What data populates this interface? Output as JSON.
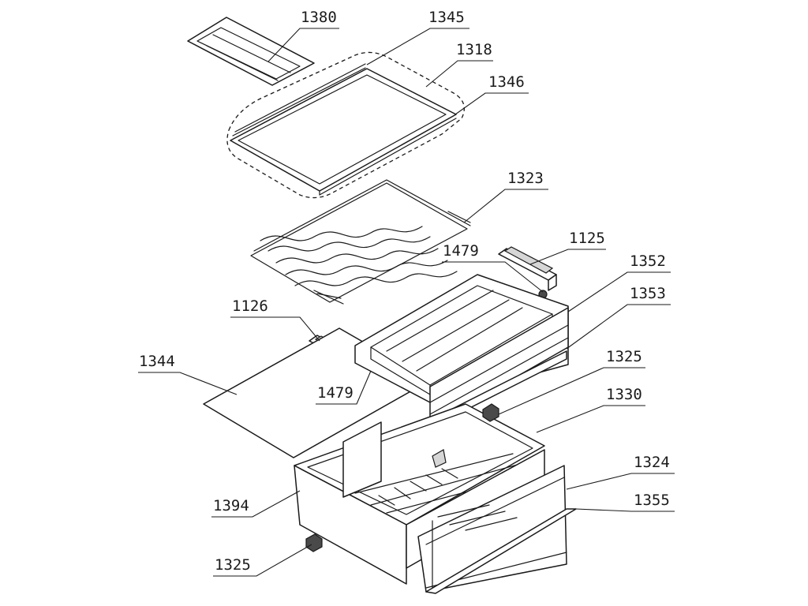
{
  "labels": {
    "l1380": "1380",
    "l1345": "1345",
    "l1318": "1318",
    "l1346": "1346",
    "l1323": "1323",
    "l1125": "1125",
    "l1479a": "1479",
    "l1352": "1352",
    "l1353": "1353",
    "l1126": "1126",
    "l1325a": "1325",
    "l1344": "1344",
    "l1479b": "1479",
    "l1330": "1330",
    "l1324": "1324",
    "l1394": "1394",
    "l1355": "1355",
    "l1325b": "1325"
  }
}
